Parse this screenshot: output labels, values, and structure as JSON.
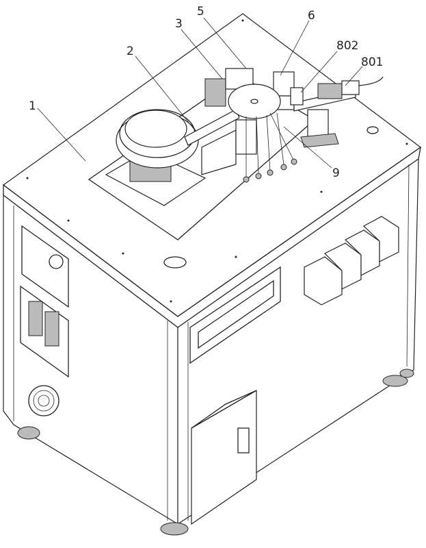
{
  "figure": {
    "labels": [
      {
        "id": "label-1",
        "text": "1"
      },
      {
        "id": "label-2",
        "text": "2"
      },
      {
        "id": "label-3",
        "text": "3"
      },
      {
        "id": "label-5",
        "text": "5"
      },
      {
        "id": "label-6",
        "text": "6"
      },
      {
        "id": "label-802",
        "text": "802"
      },
      {
        "id": "label-801",
        "text": "801"
      },
      {
        "id": "label-9",
        "text": "9"
      }
    ]
  }
}
